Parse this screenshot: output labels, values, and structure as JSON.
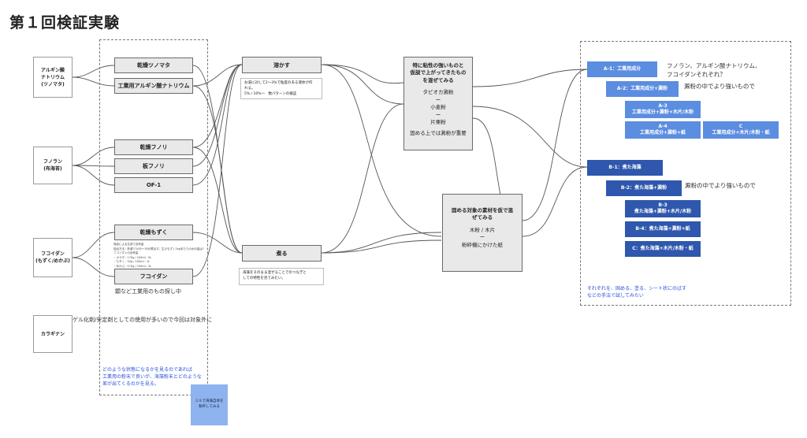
{
  "title": "第１回検証実験",
  "sources": [
    {
      "l1": "アルギン酸",
      "l2": "ナトリウム",
      "l3": "(ツノマタ)"
    },
    {
      "l1": "フノラン",
      "l2": "(布海苔)",
      "l3": ""
    },
    {
      "l1": "フコイダン",
      "l2": "(もずく/めかぶ)",
      "l3": ""
    },
    {
      "l1": "カラギナン",
      "l2": "",
      "l3": ""
    }
  ],
  "materials": [
    "乾燥ツノマタ",
    "工業用アルギン酸ナトリウム",
    "乾燥フノリ",
    "板フノリ",
    "OF-1",
    "乾燥もずく",
    "フコイダン"
  ],
  "fucoidan_tiny_note": [
    "商品による生成で含有量",
    "抽出方法 : 熱湯で10分〜30分煮出す。生のもずく1kgあたりの水分量は?",
    "フコイダンの含有量",
    "・カラダ : 170g / 100ml : 5L",
    "・もずく : 30g / 100ml : 1L",
    "・めかぶ : 170g / 100ml : 3L"
  ],
  "fucoidan_note": "顆など工業用のもの探し中",
  "carrageenan_note": "ゲル化剤/安定剤としての使用が多いので今回は対象外に",
  "blue_left_note": [
    "どのような状態になるかを見るのであれば",
    "工業用の粉末で良いが、海藻粉末とどのような",
    "差が出てくるのかを見る。"
  ],
  "sticky": [
    "ミルで海藻自体を",
    "粉砕してみる"
  ],
  "processes": {
    "dissolve": {
      "label": "溶かす",
      "note": [
        "お湯に対して2〜3%で粘度のある液体が作",
        "れる。",
        "5% / 10%〜　数パターンの検証"
      ]
    },
    "boil": {
      "label": "煮る",
      "note": [
        "海藻をそのまま混ぜることでのつなぎと",
        "しての特性を見てみたい。"
      ]
    }
  },
  "mix_box": {
    "head": [
      "特に粘性の強いものと",
      "仮説で上がってきたものを混ぜてみる"
    ],
    "items": [
      "タピオカ澱粉",
      "ー",
      "小麦粉",
      "ー",
      "片栗粉"
    ],
    "foot": "固める上では澱粉が重要"
  },
  "solid_box": {
    "head": [
      "固める対象の素材を仮で混",
      "ぜてみる"
    ],
    "items": [
      "木粉 / 木片",
      "ー",
      "粉砕機にかけた紙"
    ]
  },
  "a_series": {
    "a1": "A-1：工業用成分",
    "a2": "A-2：工業用成分+澱粉",
    "a3": [
      "A-3",
      "工業用成分+澱粉+木片/木粉"
    ],
    "a4": [
      "A-4",
      "工業用成分+澱粉+紙"
    ],
    "c": [
      "C",
      "工業用成分+木片/木粉・紙"
    ],
    "note1": [
      "フノラン、アルギン酸ナトリウム、",
      "フコイダンそれぞれ？"
    ],
    "note2": "澱粉の中でより強いもので"
  },
  "b_series": {
    "b1": "B-1：煮た海藻",
    "b2": "B-2：煮た海藻+澱粉",
    "b3": [
      "B-3",
      "煮た海藻+澱粉+木片/木粉"
    ],
    "b4": "B-4：煮た海藻+澱粉+紙",
    "c": "C：煮た海藻+木片/木粉・紙",
    "note2": "澱粉の中でより強いもので"
  },
  "right_note": [
    "それぞれを、固める、塗る、シート状にのばす",
    "などの手法で試してみたい"
  ],
  "colors": {
    "accent_light": "#5b8de0",
    "accent_dark": "#2e57ad",
    "note_blue": "#2b4fd8",
    "node_gray": "#e9e9e9"
  }
}
